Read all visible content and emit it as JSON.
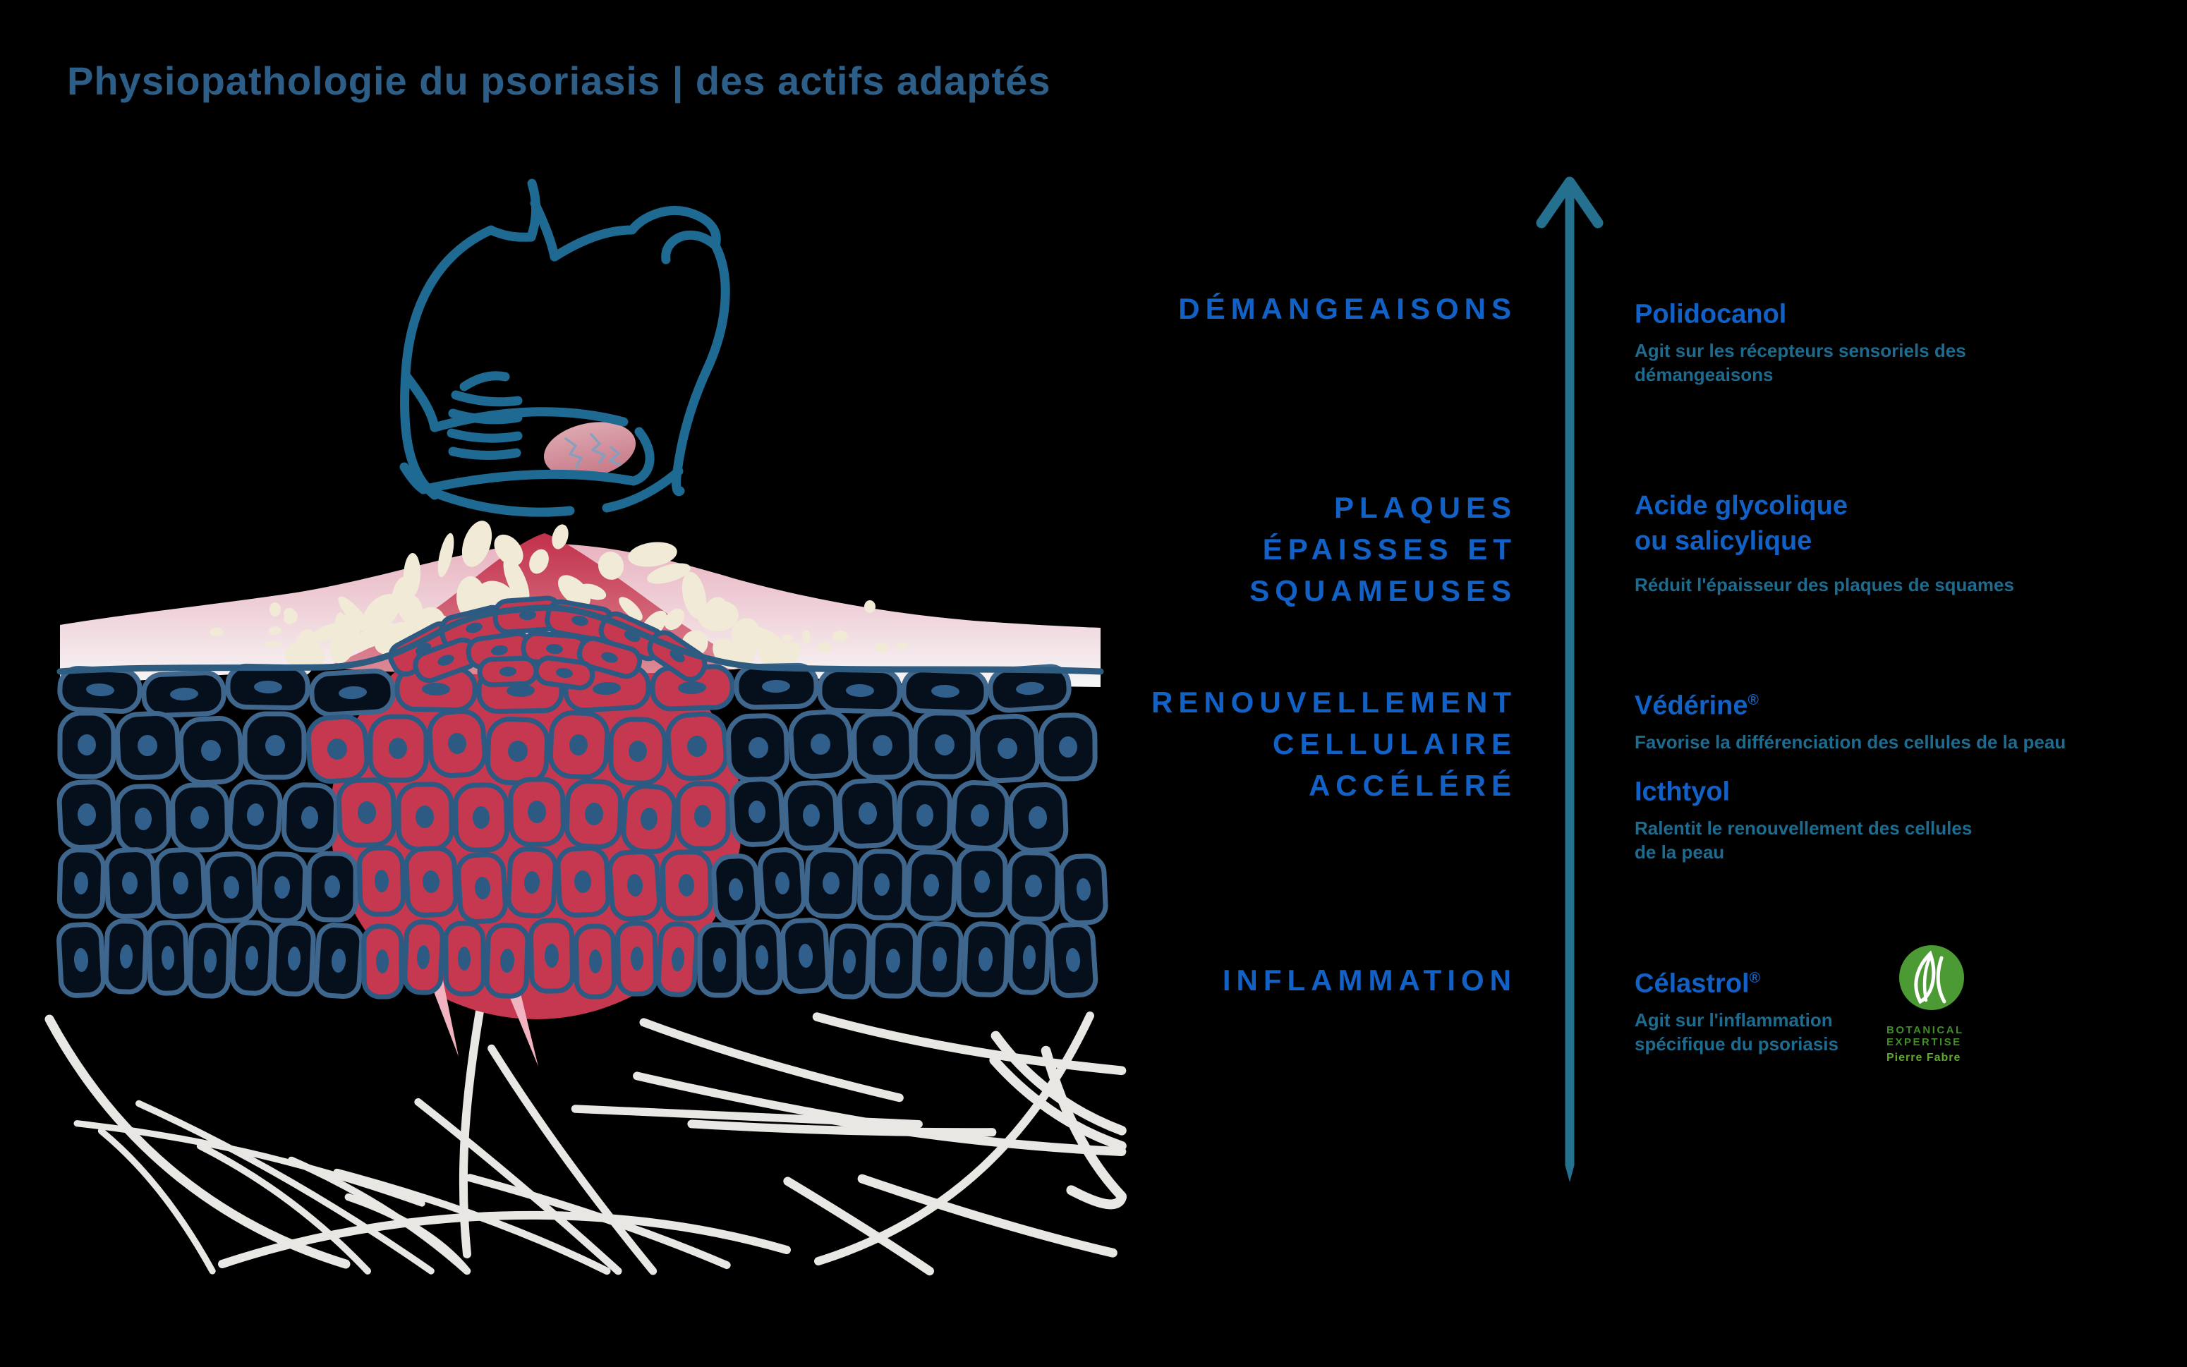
{
  "page": {
    "bg": "#000000"
  },
  "header": {
    "title": "Physiopathologie du psoriasis | des actifs adaptés"
  },
  "colors": {
    "title_blue": "#2d5e87",
    "accent_blue": "#1161c6",
    "description_teal": "#1e6b90",
    "arrow_teal": "#26708f",
    "person_teal": "#1e6a93",
    "inflammation_red": "#c6384f",
    "squame_cream": "#f1ead6",
    "cell_outline_blue": "#3f668c",
    "fiber_grey": "#e9e7e4",
    "logo_green_circle": "#4c9a33",
    "logo_green_dark": "#3f8c28",
    "logo_green_light": "#5fa92e"
  },
  "illustration": {
    "person": "person-scratching-arm",
    "skin": "skin-cross-section",
    "inflammation": "inflammation-red-circle",
    "squames": "squames-scales",
    "fibers": "dermis-collagen-fibers"
  },
  "ladder": {
    "arrow_icon": "up-arrow-icon",
    "rows": [
      {
        "symptom_lines": [
          "DÉMANGEAISONS"
        ],
        "actives": [
          {
            "name": "Polidocanol",
            "mark": "",
            "desc_lines": [
              "Agit sur les récepteurs sensoriels des",
              "démangeaisons"
            ]
          }
        ]
      },
      {
        "symptom_lines": [
          "PLAQUES",
          "ÉPAISSES ET",
          "SQUAMEUSES"
        ],
        "actives": [
          {
            "name_lines": [
              "Acide glycolique",
              "ou salicylique"
            ],
            "mark": "",
            "desc_lines": [
              "Réduit l'épaisseur des plaques de squames"
            ]
          }
        ]
      },
      {
        "symptom_lines": [
          "RENOUVELLEMENT",
          "CELLULAIRE",
          "ACCÉLÉRÉ"
        ],
        "actives": [
          {
            "name": "Védérine",
            "mark": "®",
            "desc_lines": [
              "Favorise la différenciation des cellules de la peau"
            ]
          },
          {
            "name": "Icthtyol",
            "mark": "",
            "desc_lines": [
              "Ralentit le renouvellement des cellules",
              "de la peau"
            ]
          }
        ]
      },
      {
        "symptom_lines": [
          "INFLAMMATION"
        ],
        "actives": [
          {
            "name": "Célastrol",
            "mark": "®",
            "desc_lines": [
              "Agit sur l'inflammation",
              "spécifique du psoriasis"
            ]
          }
        ]
      }
    ]
  },
  "logo": {
    "icon": "leaf-circle-icon",
    "line1": "BOTANICAL",
    "line2": "EXPERTISE",
    "brand": "Pierre Fabre"
  }
}
